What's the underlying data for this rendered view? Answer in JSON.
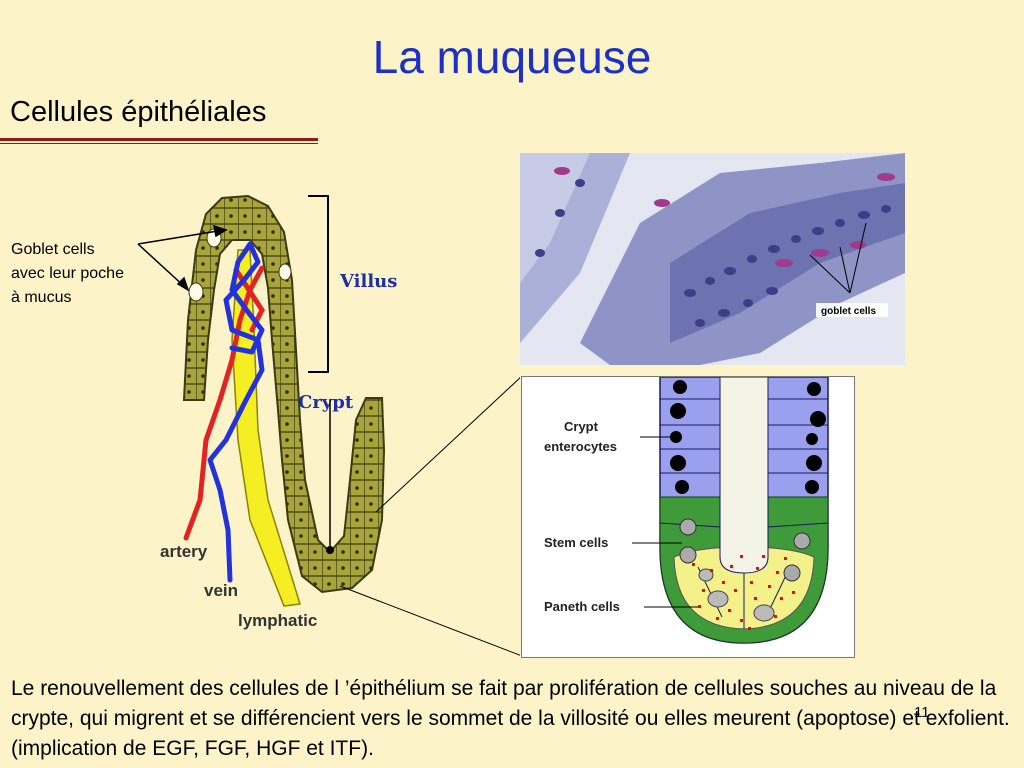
{
  "slide": {
    "title": "La muqueuse",
    "subtitle": "Cellules épithéliales",
    "page_number": "11"
  },
  "labels": {
    "goblet_lines": [
      "Goblet cells",
      "avec leur poche",
      "à mucus"
    ],
    "villus": "Villus",
    "crypt": "Crypt",
    "artery": "artery",
    "vein": "vein",
    "lymphatic": "lymphatic",
    "micro_goblet": "goblet cells",
    "crypt_enterocytes_1": "Crypt",
    "crypt_enterocytes_2": "enterocytes",
    "stem_cells": "Stem cells",
    "paneth_cells": "Paneth cells"
  },
  "body_text": "Le renouvellement des cellules de l ’épithélium se fait par prolifération de cellules souches au niveau de la crypte, qui migrent et se différencient vers le sommet de la villosité ou elles meurent (apoptose) et exfolient. (implication de EGF, FGF, HGF et ITF).",
  "colors": {
    "background": "#fdf3c9",
    "title": "#1c30c8",
    "rule": "#8e1a1a",
    "epithelium": "#a6a43a",
    "artery": "#e32222",
    "vein": "#2233dd",
    "lymphatic": "#f5ee22",
    "label_blue": "#1c2fa8",
    "enterocyte": "#9aa0ee",
    "stem": "#3f9a3a",
    "paneth": "#f4f08a"
  }
}
